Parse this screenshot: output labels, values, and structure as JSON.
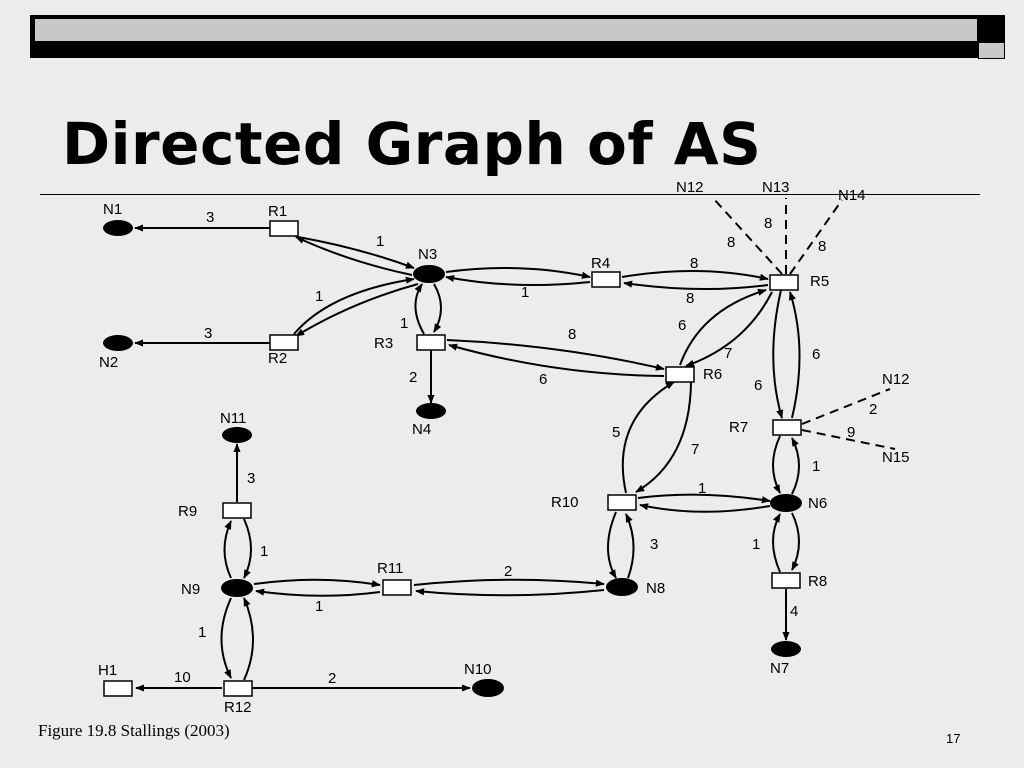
{
  "title": "Directed Graph of AS",
  "caption": "Figure 19.8 Stallings (2003)",
  "page_number": "17",
  "graph": {
    "networks": [
      "N1",
      "N2",
      "N3",
      "N4",
      "N6",
      "N7",
      "N8",
      "N9",
      "N10",
      "N11",
      "N12",
      "N12",
      "N13",
      "N14",
      "N15"
    ],
    "routers": [
      "R1",
      "R2",
      "R3",
      "R4",
      "R5",
      "R6",
      "R7",
      "R8",
      "R9",
      "R10",
      "R11",
      "R12"
    ],
    "hosts": [
      "H1"
    ],
    "edges": [
      {
        "from": "R1",
        "to": "N1",
        "cost": "3",
        "directed": true
      },
      {
        "from": "R2",
        "to": "N2",
        "cost": "3",
        "directed": true
      },
      {
        "from": "R1",
        "to": "N3",
        "cost": "1",
        "directed": true
      },
      {
        "from": "N3",
        "to": "R1",
        "directed": true
      },
      {
        "from": "R2",
        "to": "N3",
        "cost": "1",
        "directed": true
      },
      {
        "from": "N3",
        "to": "R2",
        "directed": true
      },
      {
        "from": "N3",
        "to": "R4",
        "directed": true
      },
      {
        "from": "R4",
        "to": "N3",
        "cost": "1",
        "directed": true
      },
      {
        "from": "R3",
        "to": "N3",
        "cost": "1",
        "directed": true
      },
      {
        "from": "N3",
        "to": "R3",
        "directed": true
      },
      {
        "from": "R3",
        "to": "N4",
        "cost": "2",
        "directed": true
      },
      {
        "from": "R4",
        "to": "R5",
        "cost": "8",
        "directed": true
      },
      {
        "from": "R5",
        "to": "R4",
        "cost": "8",
        "directed": true
      },
      {
        "from": "R3",
        "to": "R6",
        "cost": "8",
        "directed": true
      },
      {
        "from": "R6",
        "to": "R3",
        "cost": "6",
        "directed": true
      },
      {
        "from": "R6",
        "to": "R5",
        "cost": "6",
        "directed": true
      },
      {
        "from": "R5",
        "to": "R6",
        "cost": "7",
        "directed": true
      },
      {
        "from": "R5",
        "to": "R7",
        "cost": "6",
        "directed": true
      },
      {
        "from": "R7",
        "to": "R5",
        "cost": "6",
        "directed": true
      },
      {
        "from": "R10",
        "to": "R6",
        "cost": "5",
        "directed": true
      },
      {
        "from": "R6",
        "to": "R10",
        "cost": "7",
        "directed": true
      },
      {
        "from": "R10",
        "to": "N6",
        "cost": "1",
        "directed": true
      },
      {
        "from": "N6",
        "to": "R10",
        "directed": true
      },
      {
        "from": "R7",
        "to": "N6",
        "cost": "1",
        "directed": true
      },
      {
        "from": "N6",
        "to": "R7",
        "directed": true
      },
      {
        "from": "R8",
        "to": "N6",
        "cost": "1",
        "directed": true
      },
      {
        "from": "N6",
        "to": "R8",
        "directed": true
      },
      {
        "from": "R8",
        "to": "N7",
        "cost": "4",
        "directed": true
      },
      {
        "from": "R10",
        "to": "N8",
        "cost": "3",
        "directed": true
      },
      {
        "from": "N8",
        "to": "R10",
        "directed": true
      },
      {
        "from": "R11",
        "to": "N8",
        "cost": "2",
        "directed": true
      },
      {
        "from": "N8",
        "to": "R11",
        "directed": true
      },
      {
        "from": "N9",
        "to": "R11",
        "directed": true
      },
      {
        "from": "R11",
        "to": "N9",
        "cost": "1",
        "directed": true
      },
      {
        "from": "R9",
        "to": "N11",
        "cost": "3",
        "directed": true
      },
      {
        "from": "R9",
        "to": "N9",
        "cost": "1",
        "directed": true
      },
      {
        "from": "N9",
        "to": "R9",
        "directed": true
      },
      {
        "from": "R12",
        "to": "N9",
        "cost": "1",
        "directed": true
      },
      {
        "from": "N9",
        "to": "R12",
        "directed": true
      },
      {
        "from": "R12",
        "to": "H1",
        "cost": "10",
        "directed": true
      },
      {
        "from": "R12",
        "to": "N10",
        "cost": "2",
        "directed": true
      },
      {
        "from": "R5",
        "to": "N12",
        "cost": "8",
        "directed": false
      },
      {
        "from": "R5",
        "to": "N13",
        "cost": "8",
        "directed": false
      },
      {
        "from": "R5",
        "to": "N14",
        "cost": "8",
        "directed": false
      },
      {
        "from": "R7",
        "to": "N12",
        "cost": "2",
        "directed": false
      },
      {
        "from": "R7",
        "to": "N15",
        "cost": "9",
        "directed": false
      }
    ]
  }
}
